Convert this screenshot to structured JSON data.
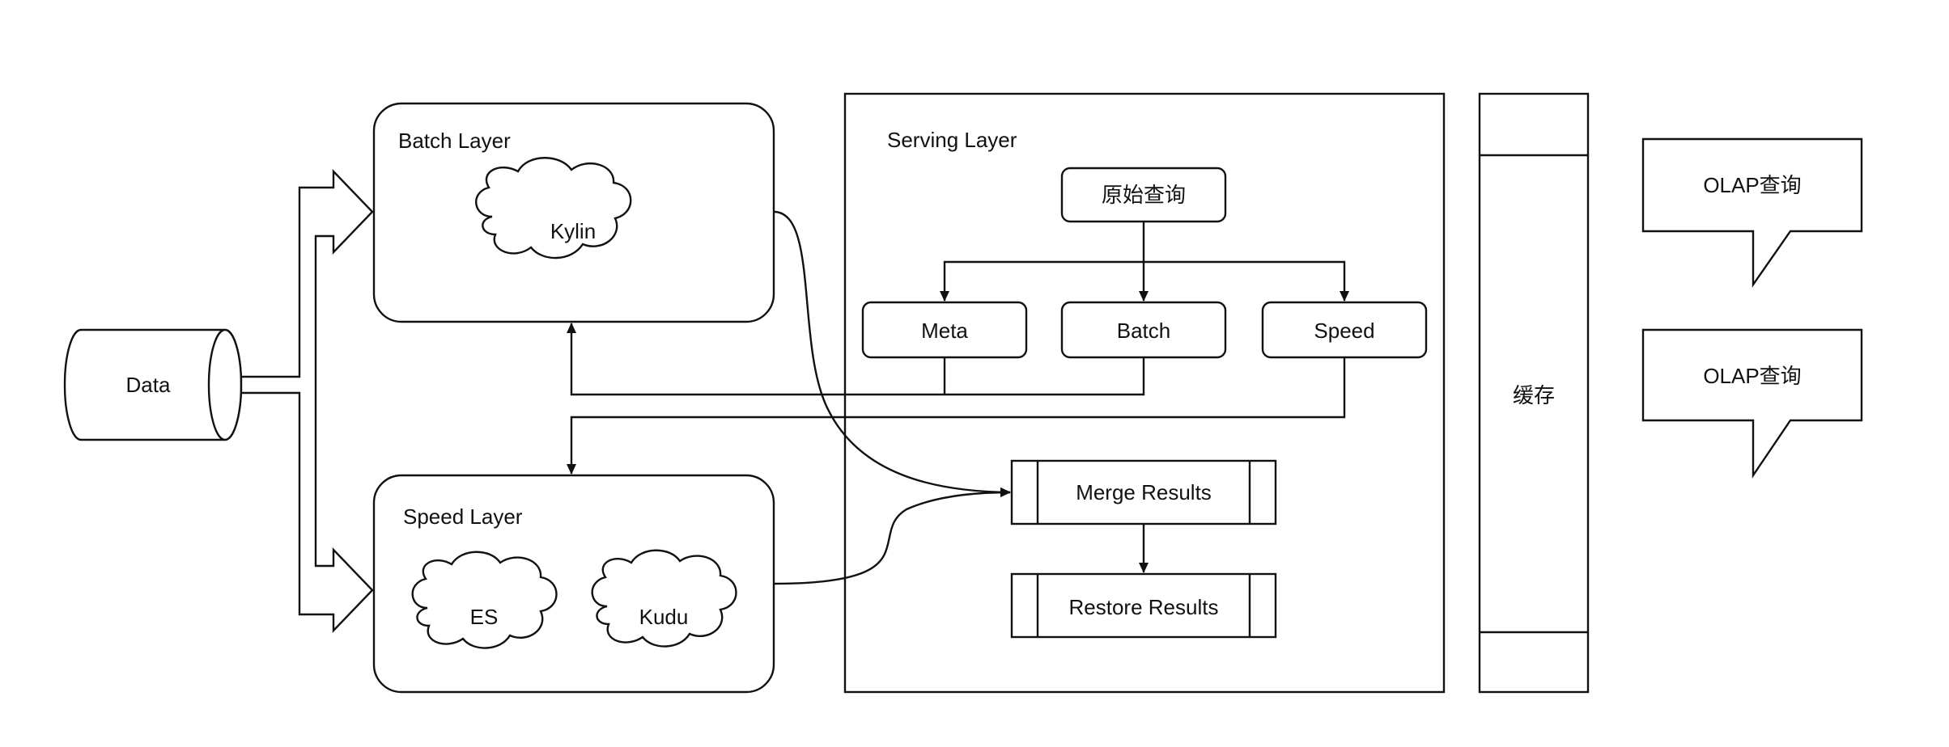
{
  "data_store": {
    "label": "Data"
  },
  "batch_layer": {
    "title": "Batch Layer",
    "cloud": "Kylin"
  },
  "speed_layer": {
    "title": "Speed Layer",
    "clouds": [
      "ES",
      "Kudu"
    ]
  },
  "serving_layer": {
    "title": "Serving Layer",
    "raw_query": "原始查询",
    "meta": "Meta",
    "batch": "Batch",
    "speed": "Speed",
    "merge": "Merge Results",
    "restore": "Restore Results"
  },
  "cache": {
    "label": "缓存"
  },
  "callouts": [
    "OLAP查询",
    "OLAP查询"
  ]
}
